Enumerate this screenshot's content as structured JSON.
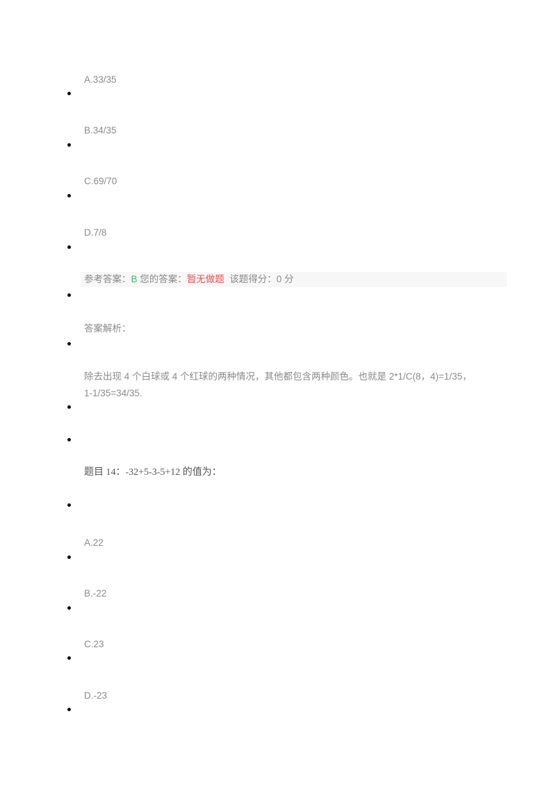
{
  "q13": {
    "options": [
      "A.33/35",
      "B.34/35",
      "C.69/70",
      "D.7/8"
    ],
    "result": {
      "ref_label": "参考答案：",
      "ref_value": "B",
      "your_label": "您的答案：",
      "your_value": "暂无做题",
      "score_label": "该题得分：",
      "score_value": "0 分"
    },
    "analysis_label": "答案解析：",
    "analysis_line1": "除去出现 4 个白球或 4 个红球的两种情况，其他都包含两种颜色。也就是 2*1/C(8，4)=1/35，",
    "analysis_line2": "1-1/35=34/35."
  },
  "q14": {
    "question": "题目 14：-32+5-3-5+12 的值为：",
    "options": [
      "A.22",
      "B.-22",
      "C.23",
      "D.-23"
    ]
  },
  "colors": {
    "correct": "#3cb878",
    "wrong": "#e8504f",
    "text": "#8a8a8a"
  }
}
